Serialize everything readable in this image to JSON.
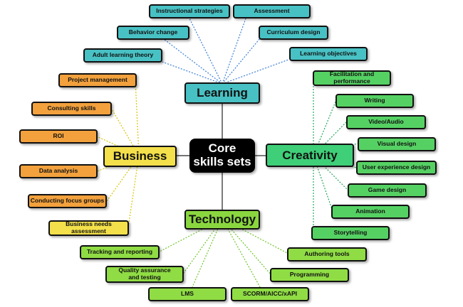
{
  "core": {
    "label_line1": "Core",
    "label_line2": "skills sets"
  },
  "hubs": {
    "learning": "Learning",
    "business": "Business",
    "creativity": "Creativity",
    "technology": "Technology"
  },
  "learning_items": [
    "Instructional strategies",
    "Assessment",
    "Behavior change",
    "Curriculum design",
    "Adult learning theory",
    "Learning objectives"
  ],
  "business_items": [
    "Project management",
    "Consulting skills",
    "ROI",
    "Data analysis",
    "Conducting focus groups",
    "Business needs assessment"
  ],
  "creativity_items": [
    "Facilitation and performance",
    "Writing",
    "Video/Audio",
    "Visual design",
    "User experience design",
    "Game design",
    "Animation",
    "Storytelling"
  ],
  "technology_items": [
    "Tracking and reporting",
    "Authoring tools",
    "Quality assurance and testing",
    "Programming",
    "LMS",
    "SCORM/AICC/xAPI"
  ],
  "colors": {
    "learning": "#48c1c4",
    "business_orange": "#f2a13d",
    "business_yellow": "#f3e04a",
    "creativity": "#55d163",
    "technology": "#8fdc44",
    "core": "#000000"
  }
}
